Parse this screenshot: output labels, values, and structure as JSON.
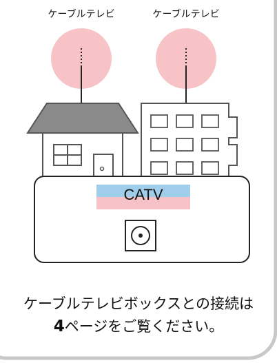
{
  "antenna_labels": [
    "ケーブルテレビ",
    "ケーブルテレビ"
  ],
  "box_label": "CATV",
  "caption": {
    "line1": "ケーブルテレビボックスとの接続は",
    "line2_number": "4",
    "line2_rest": "ページをご覧ください。"
  },
  "colors": {
    "signal_circle": "#f7c3c6",
    "band_top": "#9fcdea",
    "band_bottom": "#f6c2c7",
    "roof": "#8a8a8a",
    "frame": "#555555",
    "panel_border": "#bfbfbf"
  }
}
